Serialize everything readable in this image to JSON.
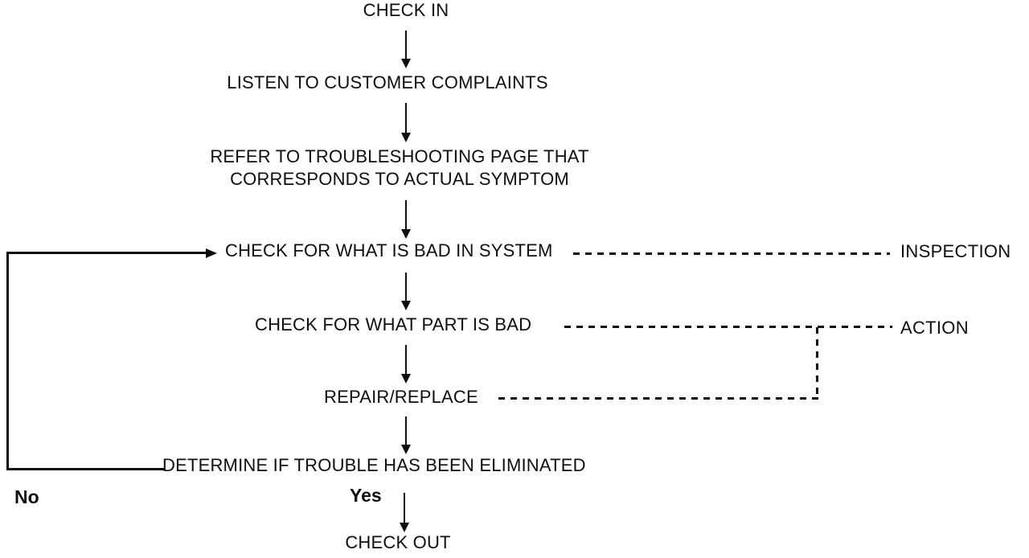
{
  "flow": {
    "description": "Service troubleshooting procedure flowchart",
    "nodes": {
      "check_in": "CHECK IN",
      "listen": "LISTEN TO CUSTOMER COMPLAINTS",
      "refer_line1": "REFER TO TROUBLESHOOTING PAGE THAT",
      "refer_line2": "CORRESPONDS TO ACTUAL SYMPTOM",
      "check_system": "CHECK FOR WHAT IS BAD IN SYSTEM",
      "check_part": "CHECK FOR WHAT PART IS BAD",
      "repair": "REPAIR/REPLACE",
      "determine": "DETERMINE IF TROUBLE HAS BEEN ELIMINATED",
      "check_out": "CHECK OUT"
    },
    "side_labels": {
      "inspection": "INSPECTION",
      "action": "ACTION"
    },
    "branch_labels": {
      "no": "No",
      "yes": "Yes"
    },
    "edges": [
      {
        "from": "check_in",
        "to": "listen",
        "style": "solid-arrow"
      },
      {
        "from": "listen",
        "to": "refer",
        "style": "solid-arrow"
      },
      {
        "from": "refer",
        "to": "check_system",
        "style": "solid-arrow"
      },
      {
        "from": "check_system",
        "to": "check_part",
        "style": "solid-arrow"
      },
      {
        "from": "check_part",
        "to": "repair",
        "style": "solid-arrow"
      },
      {
        "from": "repair",
        "to": "determine",
        "style": "solid-arrow"
      },
      {
        "from": "determine",
        "to": "check_out",
        "style": "solid-arrow",
        "label": "Yes"
      },
      {
        "from": "determine",
        "to": "check_system",
        "style": "solid-arrow-loop",
        "label": "No"
      },
      {
        "from": "check_system",
        "to": "inspection",
        "style": "dashed"
      },
      {
        "from": "check_part",
        "to": "action",
        "style": "dashed"
      },
      {
        "from": "repair",
        "to": "action",
        "style": "dashed"
      }
    ],
    "colors": {
      "ink": "#0e0e0e",
      "background": "#ffffff"
    }
  }
}
